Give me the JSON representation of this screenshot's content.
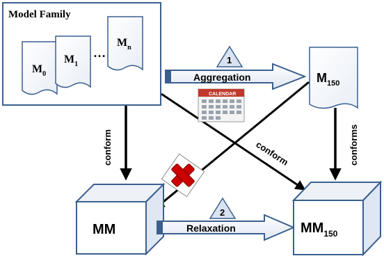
{
  "model_family": {
    "title": "Model Family",
    "docs": [
      {
        "base": "M",
        "sub": "0"
      },
      {
        "base": "M",
        "sub": "1"
      },
      {
        "base": "M",
        "sub": "n"
      }
    ],
    "ellipsis": "…"
  },
  "m150": {
    "base": "M",
    "sub": "150"
  },
  "mm": {
    "label": "MM"
  },
  "mm150": {
    "base": "MM",
    "sub": "150"
  },
  "steps": [
    {
      "number": "1",
      "label": "Aggregation"
    },
    {
      "number": "2",
      "label": "Relaxation"
    }
  ],
  "edge_labels": {
    "conform_left": "conform",
    "conform_diagonal": "conform",
    "conforms_right": "conforms"
  },
  "calendar": {
    "label": "CALENDAR"
  },
  "colors": {
    "frame": "#3a5f8f",
    "arrow_dark": "#000000",
    "triangle_fill": "#d9e3f0",
    "doc_fill": "#ffffff",
    "calendar_red": "#c0392b",
    "cross_red": "#cc0000"
  }
}
